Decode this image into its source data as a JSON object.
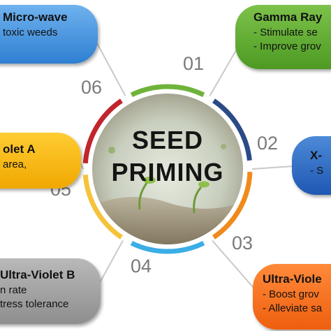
{
  "center": {
    "line1": "SEED",
    "line2": "PRIMING"
  },
  "numbers": [
    "01",
    "02",
    "03",
    "04",
    "05",
    "06"
  ],
  "boxes": {
    "microwave": {
      "title": "Micro-wave",
      "lines": [
        "toxic weeds"
      ]
    },
    "gamma": {
      "title": "Gamma Ray",
      "lines": [
        "- Stimulate se",
        "- Improve grov"
      ]
    },
    "xray": {
      "title": "X-",
      "lines": [
        "- S"
      ]
    },
    "uva": {
      "title": "olet A",
      "lines": [
        "area,"
      ]
    },
    "uvb": {
      "title": "Ultra-Violet B",
      "lines": [
        "n rate",
        "tress tolerance"
      ]
    },
    "uvc": {
      "title": "Ultra-Viole",
      "lines": [
        "- Boost grov",
        "- Alleviate sa"
      ]
    }
  },
  "colors": {
    "green": "#6fb33a",
    "navy": "#2b4a86",
    "orange": "#f08a1c",
    "blue": "#3aaee5",
    "yellow": "#f5c33b",
    "red": "#c0262c",
    "connector": "#c9c9c9"
  }
}
